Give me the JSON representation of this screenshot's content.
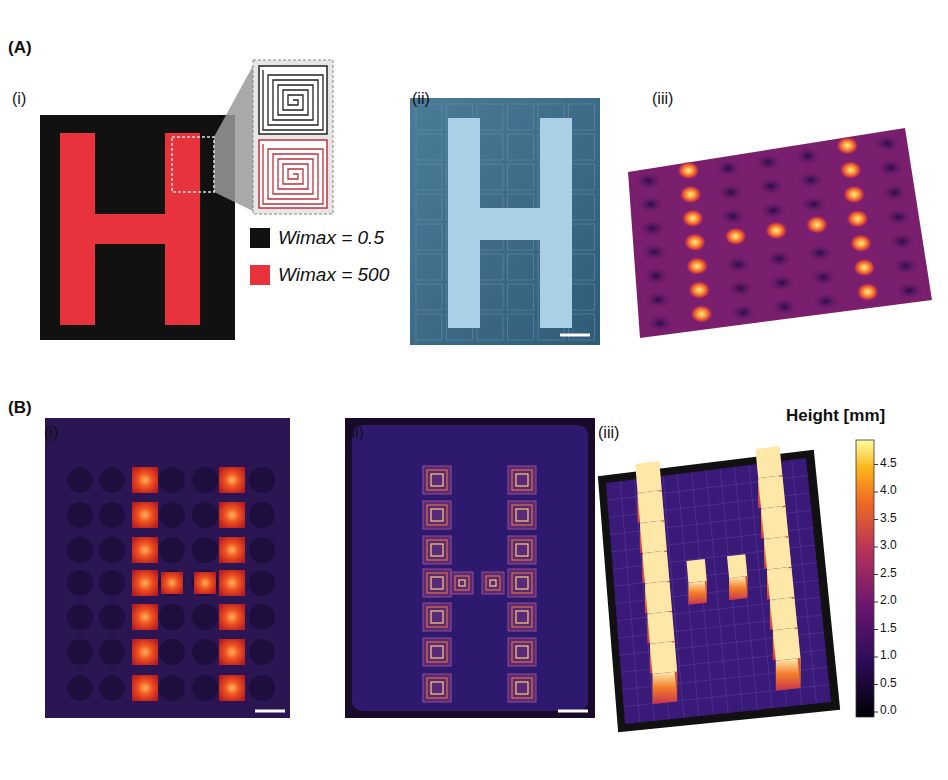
{
  "diagram": {
    "labels": [
      "(A)",
      "(i)",
      "(ii)",
      "(iii)",
      "(B)",
      "(i)",
      "(ii)",
      "(iii)",
      "Height [mm]",
      "4.5",
      "4.0",
      "3.5",
      "3.0",
      "2.5",
      "2.0",
      "1.5",
      "1.0",
      "0.5",
      "0.0"
    ],
    "legend": [
      {
        "text": "Wimax = 0.5",
        "color": "#111111"
      },
      {
        "text": "Wimax = 500",
        "color": "#e8323c"
      }
    ]
  }
}
